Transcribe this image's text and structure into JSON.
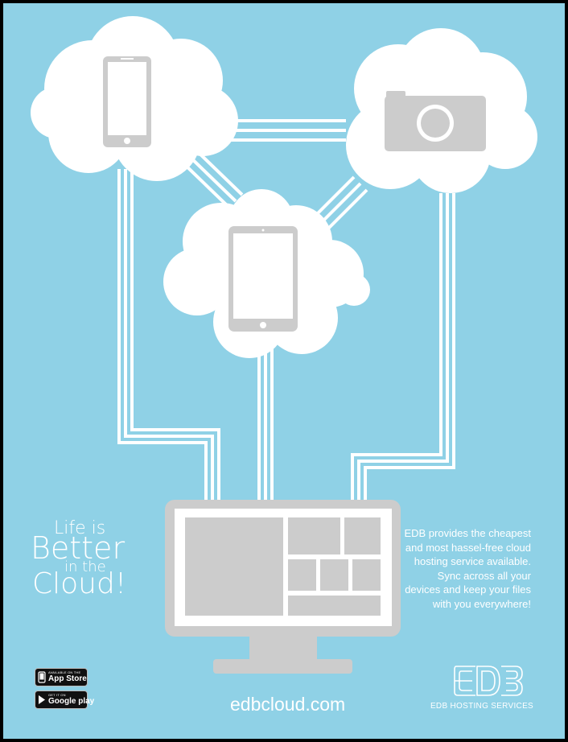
{
  "tagline": {
    "line1": "Life is",
    "line2": "Better",
    "line3": "in the",
    "line4": "Cloud!"
  },
  "description": "EDB provides the cheapest and most hassel-free cloud hosting service available. Sync across all your devices and keep your files with you everywhere!",
  "website": "edbcloud.com",
  "badges": {
    "app_store": {
      "small": "AVAILABLE ON THE",
      "big": "App Store"
    },
    "google_play": {
      "small": "GET IT ON",
      "big": "Google play"
    }
  },
  "brand": {
    "name": "EDB HOSTING SERVICES"
  },
  "colors": {
    "background": "#8fd1e6",
    "cloud": "#ffffff",
    "device": "#cccccc"
  },
  "icons": [
    "smartphone-icon",
    "camera-icon",
    "tablet-icon",
    "monitor-icon",
    "apple-icon",
    "google-play-icon",
    "edb-logo"
  ]
}
